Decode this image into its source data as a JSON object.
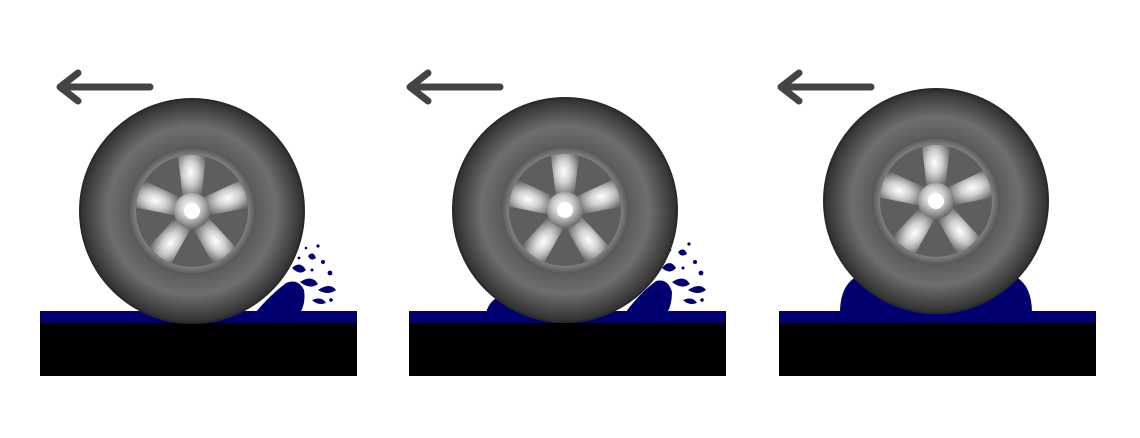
{
  "diagram": {
    "panel_count": 3,
    "motion_direction": "left",
    "panels": [
      {
        "stage": 1,
        "water_wedge": "front",
        "spray": true
      },
      {
        "stage": 2,
        "water_wedge": "front-and-rear",
        "spray": true
      },
      {
        "stage": 3,
        "water_wedge": "full-under-tire",
        "spray": false
      }
    ]
  },
  "colors": {
    "background": "#ffffff",
    "road": "#000000",
    "water": "#000070",
    "arrow": "#444444",
    "tire_dark": "#2f2f2f",
    "tire_light": "#777777",
    "rim_light": "#f2f2f2",
    "rim_dark": "#707070",
    "hub": "#ffffff"
  },
  "icons": {
    "arrow": "arrow-left-icon",
    "tire": "tire-icon",
    "rim": "rim-icon",
    "spray": "water-spray-icon"
  }
}
